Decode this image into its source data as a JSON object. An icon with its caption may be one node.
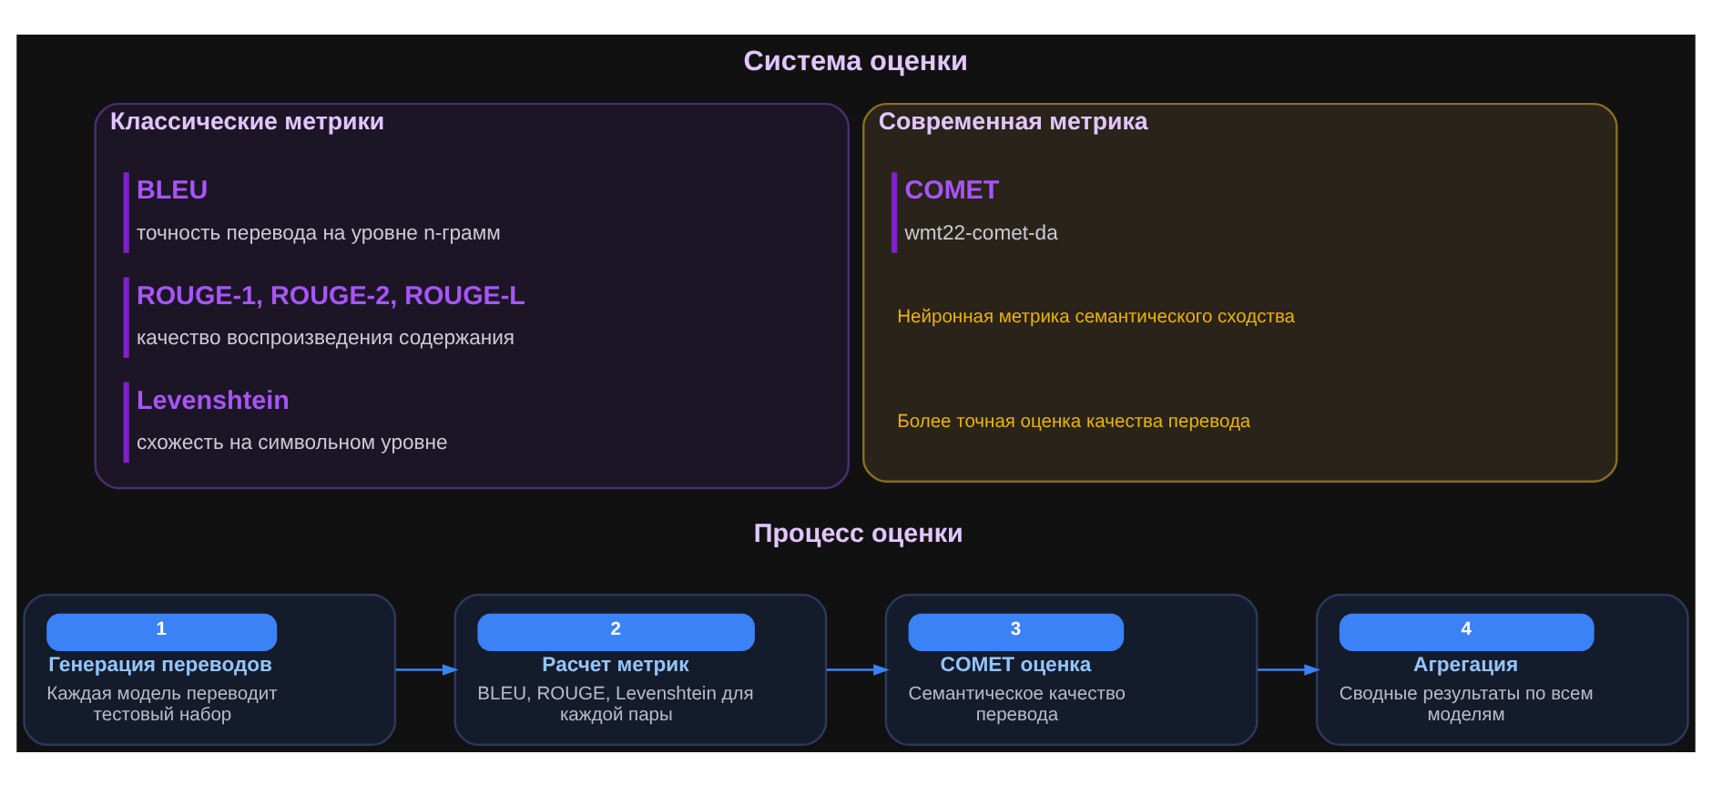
{
  "diagram": {
    "title": "Система оценки",
    "nodes": [
      {
        "text": [
          "Классические метрики"
        ]
      },
      {
        "text": [
          "BLEU",
          "точность перевода на уровне n-грамм"
        ],
        "in": 0
      },
      {
        "text": [
          "ROUGE-1, ROUGE-2, ROUGE-L",
          "качество воспроизведения содержания"
        ],
        "in": 0
      },
      {
        "text": [
          "Levenshtein",
          "схожесть на символьном уровне"
        ],
        "in": 0
      },
      {
        "text": [
          "Современная метрика"
        ]
      },
      {
        "text": [
          "COMET",
          "wmt22-comet-da"
        ],
        "in": 4
      },
      {
        "text": [
          "1",
          "Генерация переводов",
          "Каждая модель переводит тестовый набор"
        ]
      },
      {
        "text": [
          "2",
          "Расчет метрик",
          "BLEU, ROUGE, Levenshtein для каждой пары"
        ]
      },
      {
        "text": [
          "3",
          "COMET оценка",
          "Семантическое качество перевода"
        ]
      },
      {
        "text": [
          "4",
          "Агрегация",
          "Сводные результаты по всем моделям"
        ]
      }
    ],
    "edges": [
      {
        "from": 6,
        "to": 7,
        "arrow": "to"
      },
      {
        "from": 7,
        "to": 8,
        "arrow": "to"
      },
      {
        "from": 8,
        "to": 9,
        "arrow": "to"
      }
    ],
    "labels": [
      "Нейронная метрика семантического сходства",
      "Более точная оценка качества перевода",
      "Процесс оценки"
    ]
  }
}
